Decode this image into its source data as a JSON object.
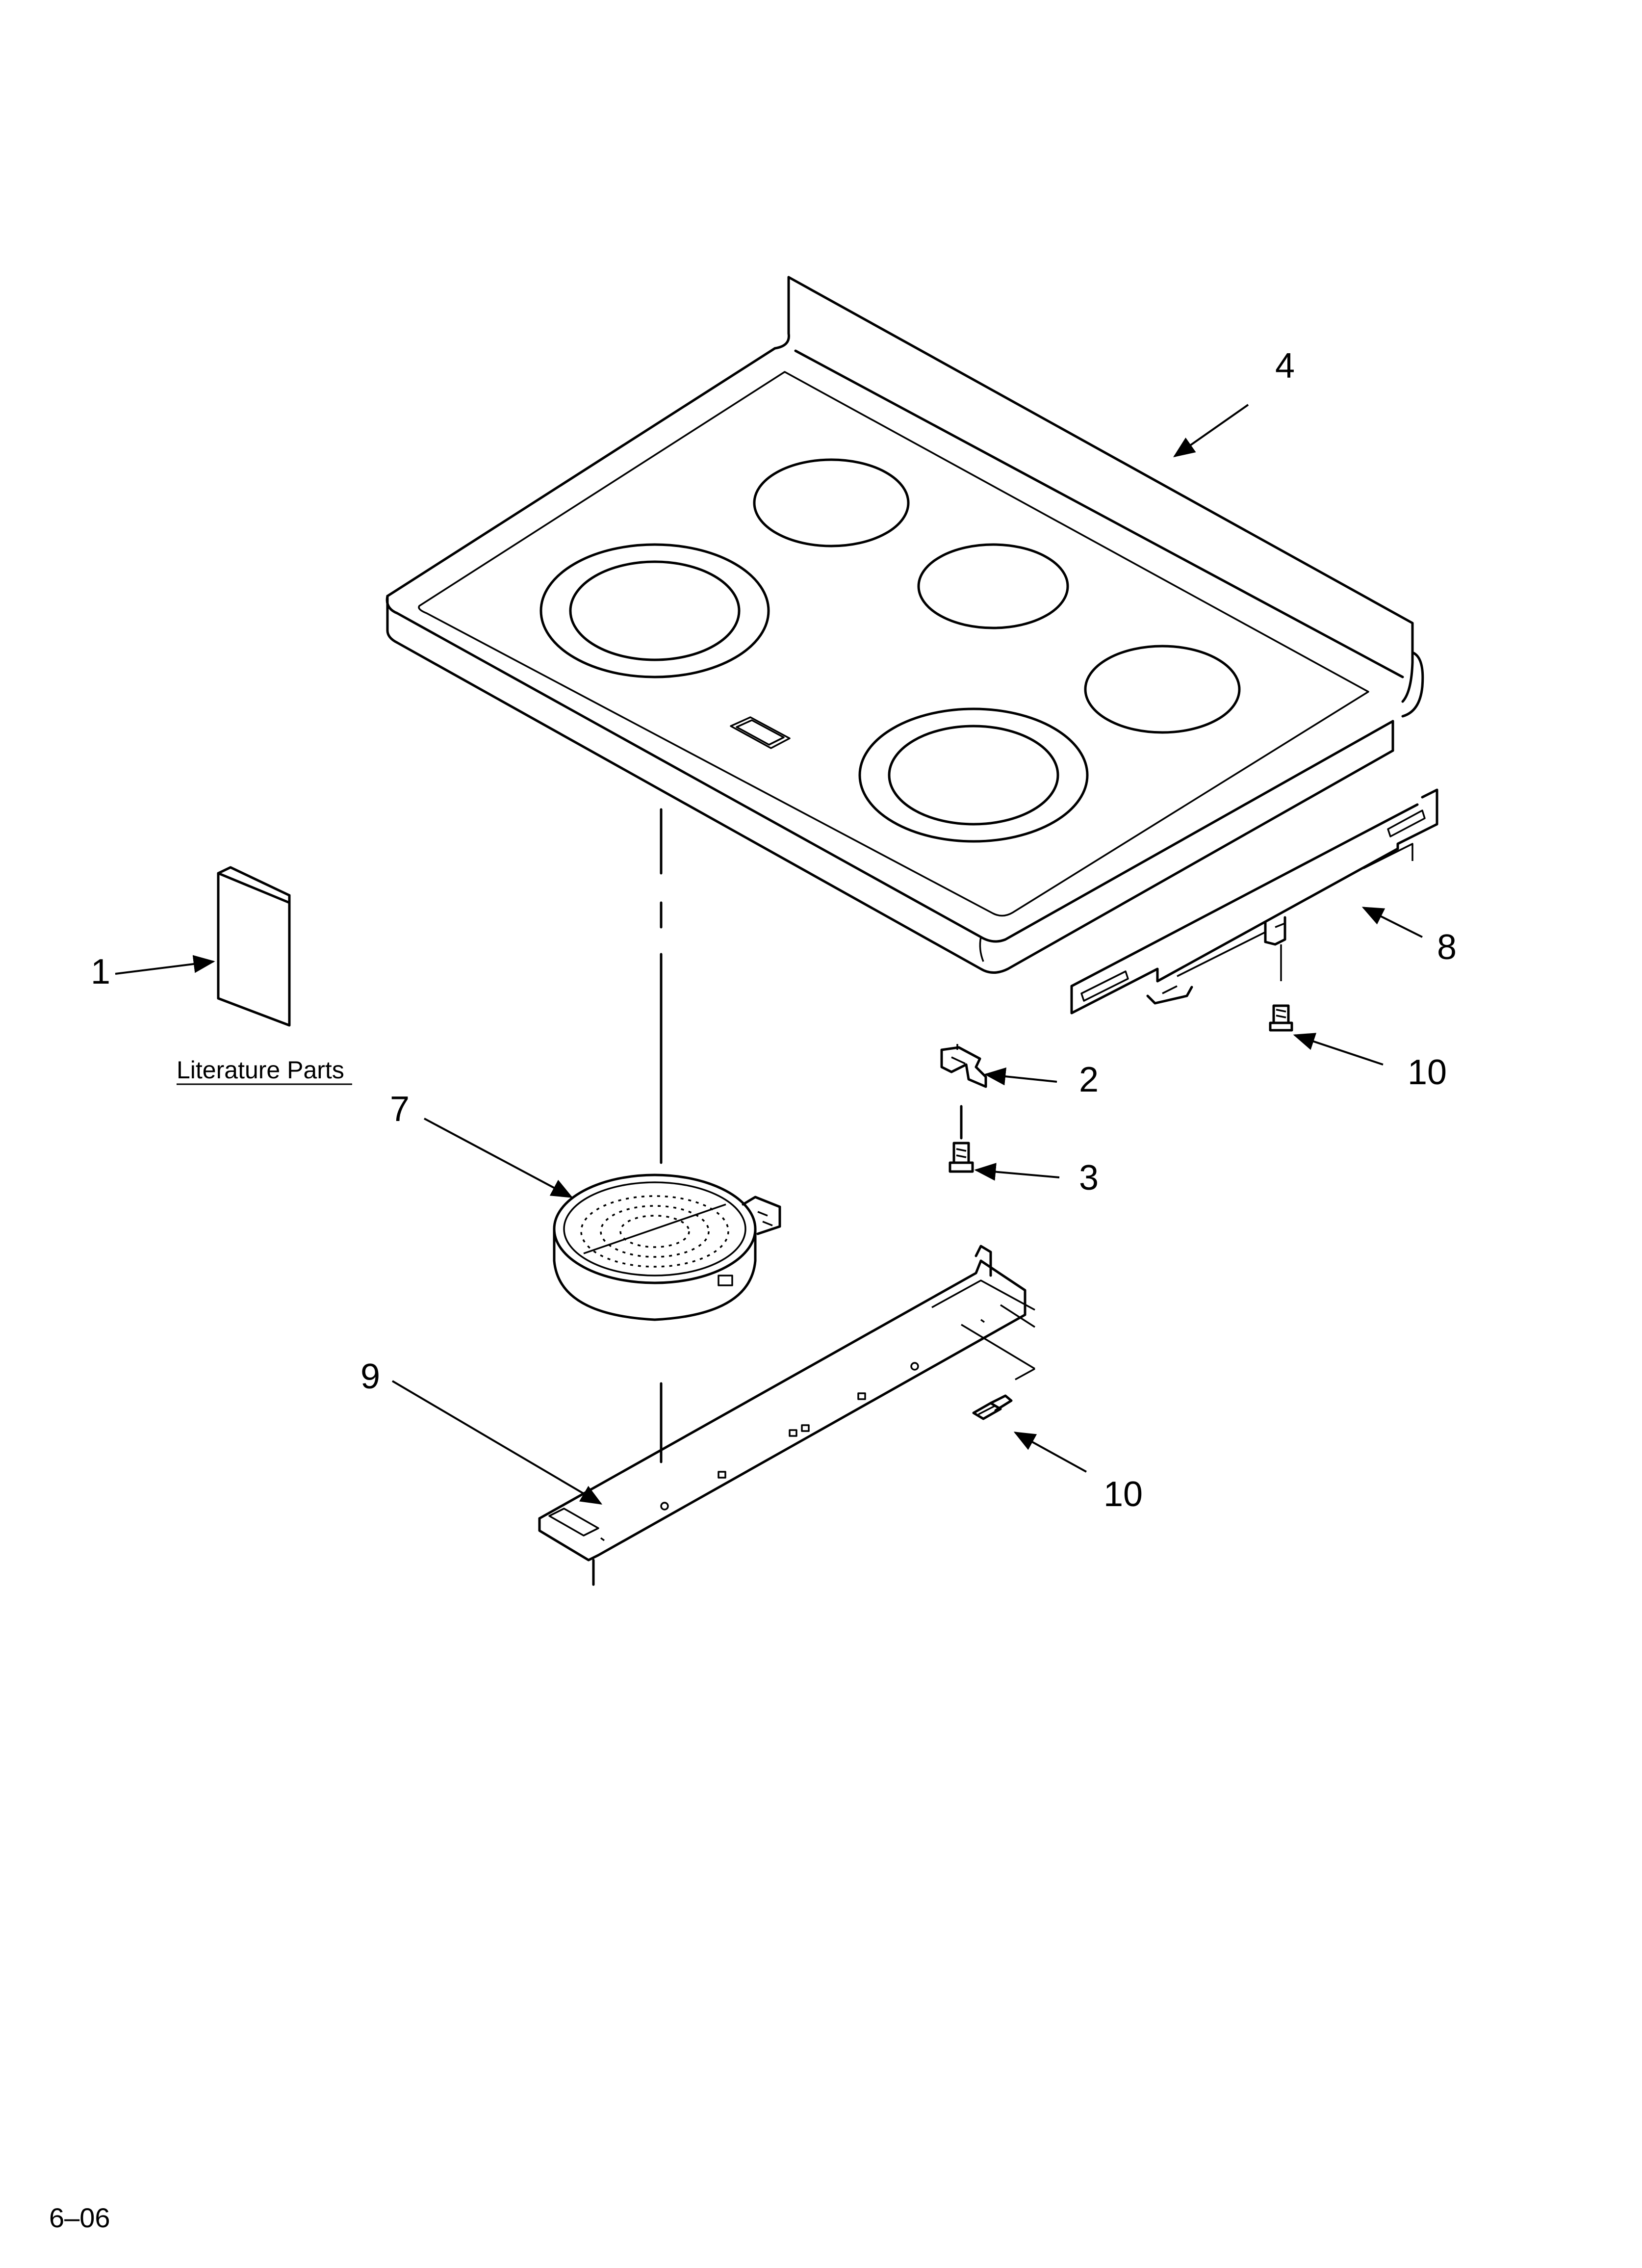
{
  "diagram": {
    "callouts": {
      "c1": "1",
      "c2": "2",
      "c3": "3",
      "c4": "4",
      "c7": "7",
      "c8": "8",
      "c9": "9",
      "c10a": "10",
      "c10b": "10"
    },
    "literature_label": "Literature Parts",
    "revision": "6–06"
  },
  "colors": {
    "line": "#000000",
    "background": "#ffffff"
  }
}
